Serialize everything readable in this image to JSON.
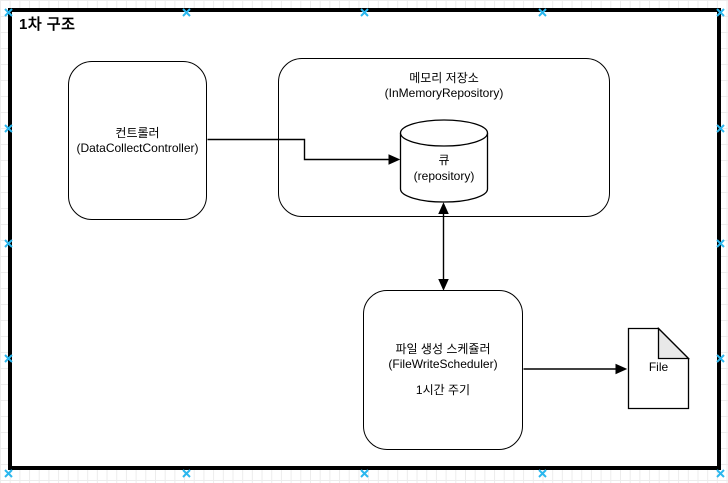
{
  "title": "1차 구조",
  "nodes": {
    "controller": {
      "name": "컨트롤러",
      "impl": "(DataCollectController)"
    },
    "memory_store": {
      "name": "메모리 저장소",
      "impl": "(InMemoryRepository)"
    },
    "queue": {
      "name": "큐",
      "impl": "(repository)"
    },
    "file_scheduler": {
      "name": "파일 생성 스케쥴러",
      "impl": "(FileWriteScheduler)",
      "note": "1시간 주기"
    },
    "file": {
      "label": "File"
    }
  },
  "edges": [
    {
      "from": "controller",
      "to": "queue",
      "style": "arrow"
    },
    {
      "from": "queue",
      "to": "file_scheduler",
      "style": "double-arrow"
    },
    {
      "from": "file_scheduler",
      "to": "file",
      "style": "arrow"
    }
  ],
  "colors": {
    "stroke": "#000000",
    "node_fill": "#ffffff",
    "fold_fill": "#e8e8e8",
    "connection_point": "#2bb7ee",
    "grid_line": "#ececec",
    "frame": "#000000"
  }
}
